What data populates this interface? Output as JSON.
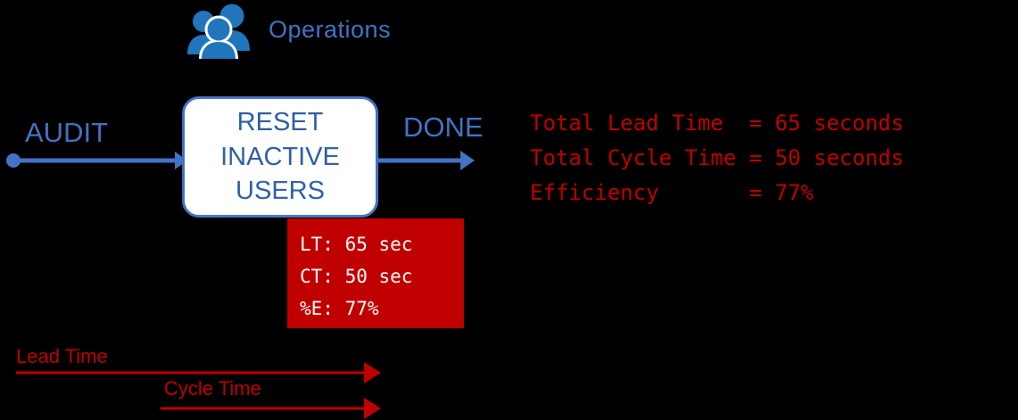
{
  "lane": {
    "icon": "people-group-icon",
    "role_label": "Operations"
  },
  "process": {
    "title_lines": [
      "RESET",
      "INACTIVE",
      "USERS"
    ],
    "input_label": "AUDIT",
    "output_label": "DONE",
    "border_color": "#4472C4",
    "text_color": "#2E5FA3"
  },
  "metrics_box": {
    "background_color": "#C00000",
    "text_color": "#FFFFFF",
    "lines": [
      "LT: 65 sec",
      "CT: 50 sec",
      "%E: 77%"
    ],
    "lead_time": "65 sec",
    "cycle_time": "50 sec",
    "efficiency": "77%"
  },
  "summary": {
    "text_color": "#C00000",
    "lines": [
      "Total Lead Time  = 65 seconds",
      "Total Cycle Time = 50 seconds",
      "Efficiency       = 77%"
    ],
    "total_lead_time": "65 seconds",
    "total_cycle_time": "50 seconds",
    "efficiency": "77%"
  },
  "timeline": {
    "lead_time_label": "Lead Time",
    "cycle_time_label": "Cycle Time",
    "color": "#C00000"
  },
  "colors": {
    "accent_blue": "#4472C4",
    "icon_blue": "#2175BC",
    "red": "#C00000",
    "background": "#000000"
  }
}
